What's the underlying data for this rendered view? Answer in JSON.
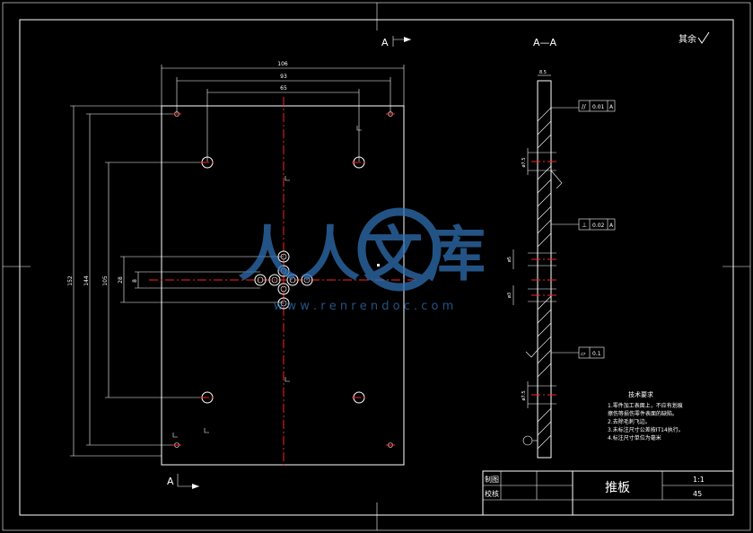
{
  "view_labels": {
    "section_a_top": "A",
    "section_a_bottom": "A",
    "section_title": "A—A",
    "surface_finish_note": "其余"
  },
  "dimensions": {
    "d106": "106",
    "d93": "93",
    "d65": "65",
    "d152": "152",
    "d144": "144",
    "d105": "105",
    "d28": "28",
    "d8": "8",
    "side_top": "8.5",
    "side_a": "ø7.5",
    "side_b": "ø5",
    "side_c": "ø3",
    "side_d": "ø7.5"
  },
  "tolerance_frames": [
    {
      "symbol": "//",
      "value": "0.01",
      "datum": "A"
    },
    {
      "symbol": "⊥",
      "value": "0.02",
      "datum": "A"
    },
    {
      "symbol": "▱",
      "value": "0.1",
      "datum": ""
    }
  ],
  "tech_requirements": {
    "title": "技术要求",
    "lines": [
      "1.零件加工表面上，不应有划痕",
      "  擦伤等损伤零件表面的缺陷。",
      "2.去除毛刺飞边。",
      "3.未标注尺寸公差按IT14执行。",
      "4.标注尺寸单位为毫米"
    ]
  },
  "title_block": {
    "drawn_label": "制图",
    "checked_label": "校核",
    "part_name": "推板",
    "scale": "1:1",
    "material": "45"
  },
  "watermark": {
    "text": "人人文库",
    "url": "w w w . r e n r e n d o c . c o m"
  },
  "colors": {
    "background": "#000000",
    "line": "#ffffff",
    "centerline": "#ff2020",
    "watermark": "#2f6fb0"
  }
}
